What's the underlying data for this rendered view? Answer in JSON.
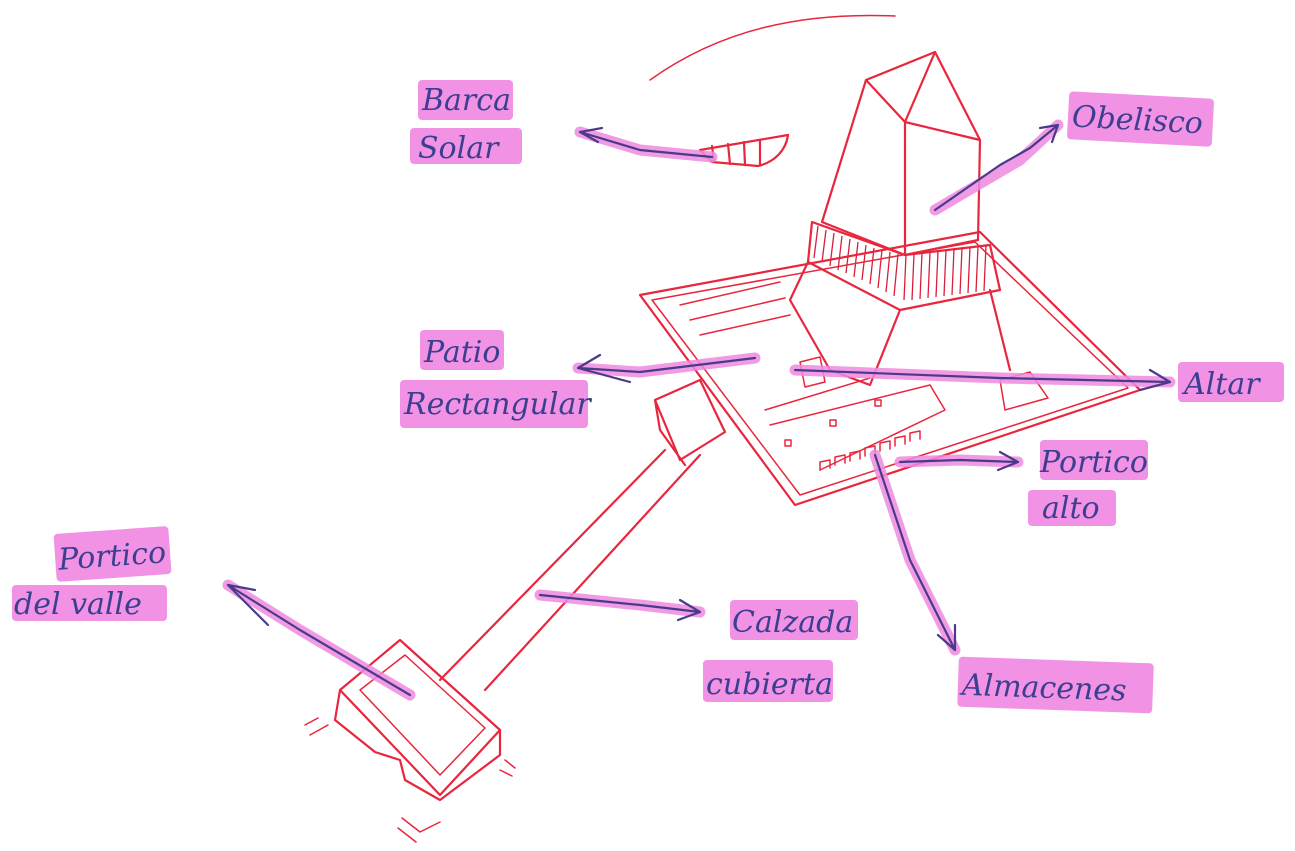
{
  "labels": {
    "barca_solar_1": "Barca",
    "barca_solar_2": "Solar",
    "obelisco": "Obelisco",
    "patio_1": "Patio",
    "patio_2": "Rectangular",
    "altar": "Altar",
    "portico_alto_1": "Portico",
    "portico_alto_2": "alto",
    "portico_valle_1": "Portico",
    "portico_valle_2": "del valle",
    "calzada_1": "Calzada",
    "calzada_2": "cubierta",
    "almacenes": "Almacenes"
  },
  "colors": {
    "drawing_ink": "#e8263d",
    "label_ink": "#3b3f8f",
    "highlighter": "#ef7fe0"
  }
}
